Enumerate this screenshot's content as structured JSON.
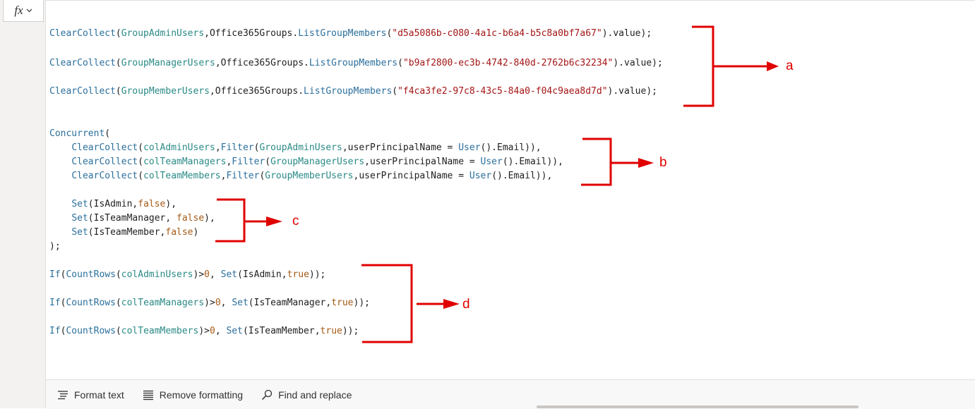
{
  "formula_bar": {
    "fx_label": "fx"
  },
  "code": {
    "lines": [
      [
        {
          "c": "fn",
          "t": "ClearCollect"
        },
        {
          "c": "pl",
          "t": "("
        },
        {
          "c": "id",
          "t": "GroupAdminUsers"
        },
        {
          "c": "pl",
          "t": ",Office365Groups."
        },
        {
          "c": "fn",
          "t": "ListGroupMembers"
        },
        {
          "c": "pl",
          "t": "("
        },
        {
          "c": "str",
          "t": "\"d5a5086b-c080-4a1c-b6a4-b5c8a0bf7a67\""
        },
        {
          "c": "pl",
          "t": ").value);"
        }
      ],
      [
        {
          "c": "fn",
          "t": "ClearCollect"
        },
        {
          "c": "pl",
          "t": "("
        },
        {
          "c": "id",
          "t": "GroupManagerUsers"
        },
        {
          "c": "pl",
          "t": ",Office365Groups."
        },
        {
          "c": "fn",
          "t": "ListGroupMembers"
        },
        {
          "c": "pl",
          "t": "("
        },
        {
          "c": "str",
          "t": "\"b9af2800-ec3b-4742-840d-2762b6c32234\""
        },
        {
          "c": "pl",
          "t": ").value);"
        }
      ],
      [
        {
          "c": "fn",
          "t": "ClearCollect"
        },
        {
          "c": "pl",
          "t": "("
        },
        {
          "c": "id",
          "t": "GroupMemberUsers"
        },
        {
          "c": "pl",
          "t": ",Office365Groups."
        },
        {
          "c": "fn",
          "t": "ListGroupMembers"
        },
        {
          "c": "pl",
          "t": "("
        },
        {
          "c": "str",
          "t": "\"f4ca3fe2-97c8-43c5-84a0-f04c9aea8d7d\""
        },
        {
          "c": "pl",
          "t": ").value);"
        }
      ],
      [
        {
          "c": "fn",
          "t": "Concurrent"
        },
        {
          "c": "pl",
          "t": "("
        }
      ],
      [
        {
          "c": "pl",
          "t": "    "
        },
        {
          "c": "fn",
          "t": "ClearCollect"
        },
        {
          "c": "pl",
          "t": "("
        },
        {
          "c": "id",
          "t": "colAdminUsers"
        },
        {
          "c": "pl",
          "t": ","
        },
        {
          "c": "fn",
          "t": "Filter"
        },
        {
          "c": "pl",
          "t": "("
        },
        {
          "c": "id",
          "t": "GroupAdminUsers"
        },
        {
          "c": "pl",
          "t": ",userPrincipalName = "
        },
        {
          "c": "fn",
          "t": "User"
        },
        {
          "c": "pl",
          "t": "().Email)),"
        }
      ],
      [
        {
          "c": "pl",
          "t": "    "
        },
        {
          "c": "fn",
          "t": "ClearCollect"
        },
        {
          "c": "pl",
          "t": "("
        },
        {
          "c": "id",
          "t": "colTeamManagers"
        },
        {
          "c": "pl",
          "t": ","
        },
        {
          "c": "fn",
          "t": "Filter"
        },
        {
          "c": "pl",
          "t": "("
        },
        {
          "c": "id",
          "t": "GroupManagerUsers"
        },
        {
          "c": "pl",
          "t": ",userPrincipalName = "
        },
        {
          "c": "fn",
          "t": "User"
        },
        {
          "c": "pl",
          "t": "().Email)),"
        }
      ],
      [
        {
          "c": "pl",
          "t": "    "
        },
        {
          "c": "fn",
          "t": "ClearCollect"
        },
        {
          "c": "pl",
          "t": "("
        },
        {
          "c": "id",
          "t": "colTeamMembers"
        },
        {
          "c": "pl",
          "t": ","
        },
        {
          "c": "fn",
          "t": "Filter"
        },
        {
          "c": "pl",
          "t": "("
        },
        {
          "c": "id",
          "t": "GroupMemberUsers"
        },
        {
          "c": "pl",
          "t": ",userPrincipalName = "
        },
        {
          "c": "fn",
          "t": "User"
        },
        {
          "c": "pl",
          "t": "().Email)),"
        }
      ],
      [
        {
          "c": "pl",
          "t": "    "
        },
        {
          "c": "fn",
          "t": "Set"
        },
        {
          "c": "pl",
          "t": "(IsAdmin,"
        },
        {
          "c": "kw",
          "t": "false"
        },
        {
          "c": "pl",
          "t": "),"
        }
      ],
      [
        {
          "c": "pl",
          "t": "    "
        },
        {
          "c": "fn",
          "t": "Set"
        },
        {
          "c": "pl",
          "t": "(IsTeamManager, "
        },
        {
          "c": "kw",
          "t": "false"
        },
        {
          "c": "pl",
          "t": "),"
        }
      ],
      [
        {
          "c": "pl",
          "t": "    "
        },
        {
          "c": "fn",
          "t": "Set"
        },
        {
          "c": "pl",
          "t": "(IsTeamMember,"
        },
        {
          "c": "kw",
          "t": "false"
        },
        {
          "c": "pl",
          "t": ")"
        }
      ],
      [
        {
          "c": "pl",
          "t": ");"
        }
      ],
      [
        {
          "c": "fn",
          "t": "If"
        },
        {
          "c": "pl",
          "t": "("
        },
        {
          "c": "fn",
          "t": "CountRows"
        },
        {
          "c": "pl",
          "t": "("
        },
        {
          "c": "id",
          "t": "colAdminUsers"
        },
        {
          "c": "pl",
          "t": ")>"
        },
        {
          "c": "num",
          "t": "0"
        },
        {
          "c": "pl",
          "t": ", "
        },
        {
          "c": "fn",
          "t": "Set"
        },
        {
          "c": "pl",
          "t": "(IsAdmin,"
        },
        {
          "c": "kw",
          "t": "true"
        },
        {
          "c": "pl",
          "t": "));"
        }
      ],
      [
        {
          "c": "fn",
          "t": "If"
        },
        {
          "c": "pl",
          "t": "("
        },
        {
          "c": "fn",
          "t": "CountRows"
        },
        {
          "c": "pl",
          "t": "("
        },
        {
          "c": "id",
          "t": "colTeamManagers"
        },
        {
          "c": "pl",
          "t": ")>"
        },
        {
          "c": "num",
          "t": "0"
        },
        {
          "c": "pl",
          "t": ", "
        },
        {
          "c": "fn",
          "t": "Set"
        },
        {
          "c": "pl",
          "t": "(IsTeamManager,"
        },
        {
          "c": "kw",
          "t": "true"
        },
        {
          "c": "pl",
          "t": "));"
        }
      ],
      [
        {
          "c": "fn",
          "t": "If"
        },
        {
          "c": "pl",
          "t": "("
        },
        {
          "c": "fn",
          "t": "CountRows"
        },
        {
          "c": "pl",
          "t": "("
        },
        {
          "c": "id",
          "t": "colTeamMembers"
        },
        {
          "c": "pl",
          "t": ")>"
        },
        {
          "c": "num",
          "t": "0"
        },
        {
          "c": "pl",
          "t": ", "
        },
        {
          "c": "fn",
          "t": "Set"
        },
        {
          "c": "pl",
          "t": "(IsTeamMember,"
        },
        {
          "c": "kw",
          "t": "true"
        },
        {
          "c": "pl",
          "t": "));"
        }
      ]
    ]
  },
  "annotations": {
    "a": "a",
    "b": "b",
    "c": "c",
    "d": "d",
    "color": "#e00000"
  },
  "toolbar": {
    "format_text": "Format text",
    "remove_formatting": "Remove formatting",
    "find_replace": "Find and replace"
  },
  "colors": {
    "function": "#2b6f9c",
    "identifier": "#2a8a86",
    "string": "#a31515",
    "literal": "#a45a16",
    "annotation": "#e00000"
  }
}
